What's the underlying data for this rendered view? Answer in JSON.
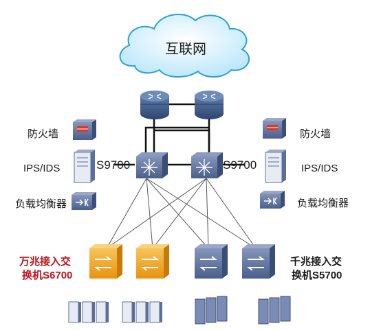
{
  "internet": {
    "label": "互联网"
  },
  "left_security": {
    "firewall": "防火墙",
    "ips": "IPS/IDS",
    "load_balancer": "负载均衡器"
  },
  "right_security": {
    "firewall": "防火墙",
    "ips": "IPS/IDS",
    "load_balancer": "负载均衡器"
  },
  "core": {
    "left_label": "S9700",
    "right_label": "S9700"
  },
  "access_10g": {
    "line1": "万兆接入交",
    "line2": "换机S6700",
    "color": "#f0a418"
  },
  "access_1g": {
    "line1": "千兆接入交",
    "line2": "换机S5700",
    "color": "#566c9a"
  },
  "colors": {
    "router": "#3d5a86",
    "device_blue": "#5b6f9a",
    "label_red": "#c0141b",
    "cloud": "#cfeefc"
  }
}
